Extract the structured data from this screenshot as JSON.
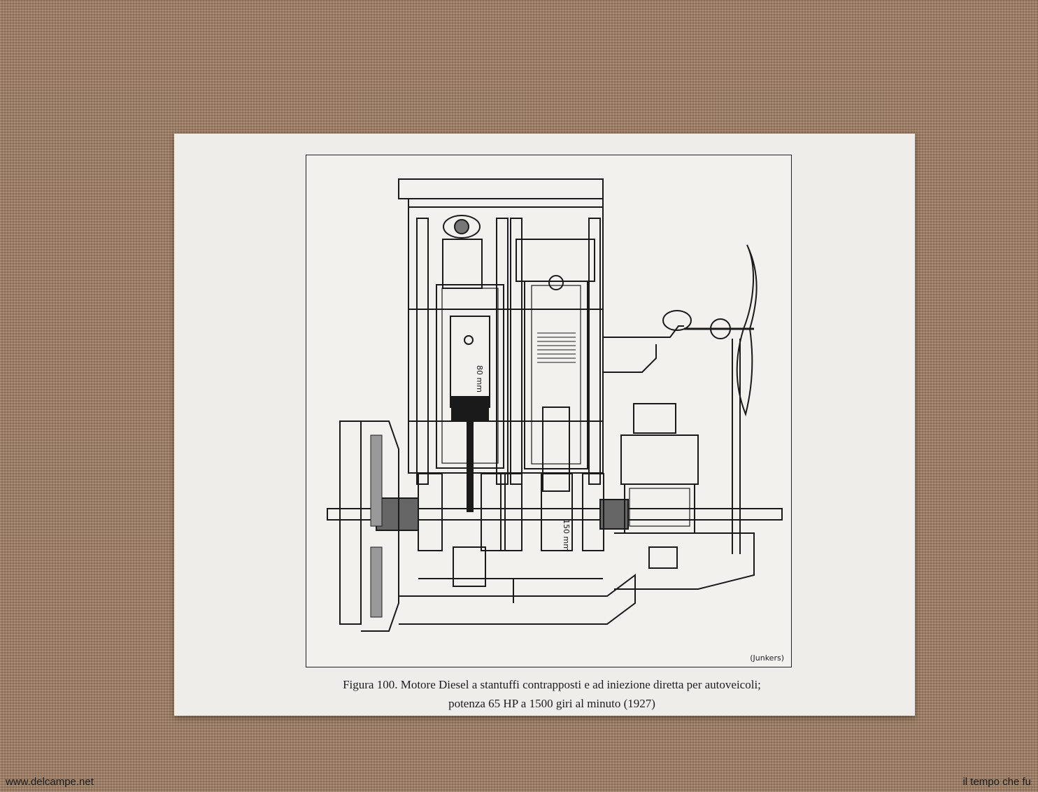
{
  "figure": {
    "caption_line1": "Figura 100. Motore Diesel a stantuffi contrapposti e ad iniezione diretta per autoveicoli;",
    "caption_line2": "potenza 65 HP a 1500 giri al minuto (1927)",
    "credit": "(Junkers)",
    "dim_bore": "80 mm",
    "dim_stroke": "150 mm"
  },
  "watermarks": {
    "left": "www.delcampe.net",
    "right": "il tempo che fu"
  }
}
